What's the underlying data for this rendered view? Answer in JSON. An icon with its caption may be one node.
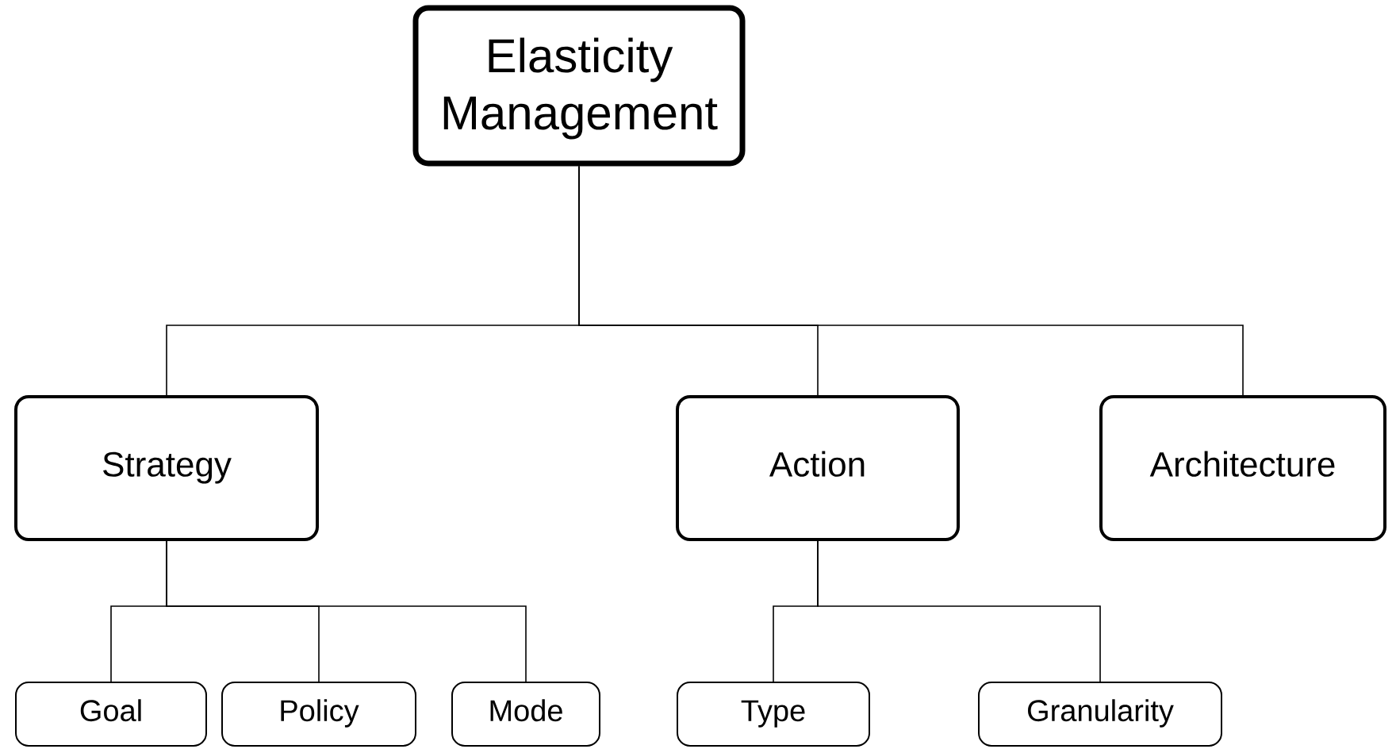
{
  "diagram": {
    "nodes": [
      {
        "text": [
          "Elasticity Management"
        ]
      },
      {
        "text": [
          "Strategy"
        ]
      },
      {
        "text": [
          "Action"
        ]
      },
      {
        "text": [
          "Architecture"
        ]
      },
      {
        "text": [
          "Goal"
        ]
      },
      {
        "text": [
          "Policy"
        ]
      },
      {
        "text": [
          "Mode"
        ]
      },
      {
        "text": [
          "Type"
        ]
      },
      {
        "text": [
          "Granularity"
        ]
      }
    ],
    "edges": [
      {
        "from": 0,
        "to": 1,
        "arrow": "none"
      },
      {
        "from": 0,
        "to": 2,
        "arrow": "none"
      },
      {
        "from": 0,
        "to": 3,
        "arrow": "none"
      },
      {
        "from": 1,
        "to": 4,
        "arrow": "none"
      },
      {
        "from": 1,
        "to": 5,
        "arrow": "none"
      },
      {
        "from": 1,
        "to": 6,
        "arrow": "none"
      },
      {
        "from": 2,
        "to": 7,
        "arrow": "none"
      },
      {
        "from": 2,
        "to": 8,
        "arrow": "none"
      }
    ]
  }
}
